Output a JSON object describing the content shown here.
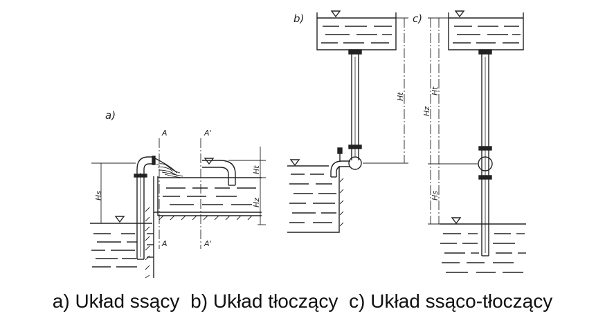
{
  "panels": {
    "a": {
      "tag": "a)",
      "section_a_top": "A",
      "section_a_bottom": "A",
      "section_a2_top": "A'",
      "section_a2_bottom": "A'",
      "h_s": "Hs",
      "h_t": "Ht",
      "h_z": "Hz"
    },
    "b": {
      "tag": "b)",
      "h_t": "Ht"
    },
    "c": {
      "tag": "c)",
      "h_z": "Hz",
      "h_t": "Ht",
      "h_s": "Hs"
    }
  },
  "caption": {
    "a": "a) Układ ssący",
    "b": "b) Układ tłoczący",
    "c": "c) Układ ssąco-tłoczący"
  }
}
